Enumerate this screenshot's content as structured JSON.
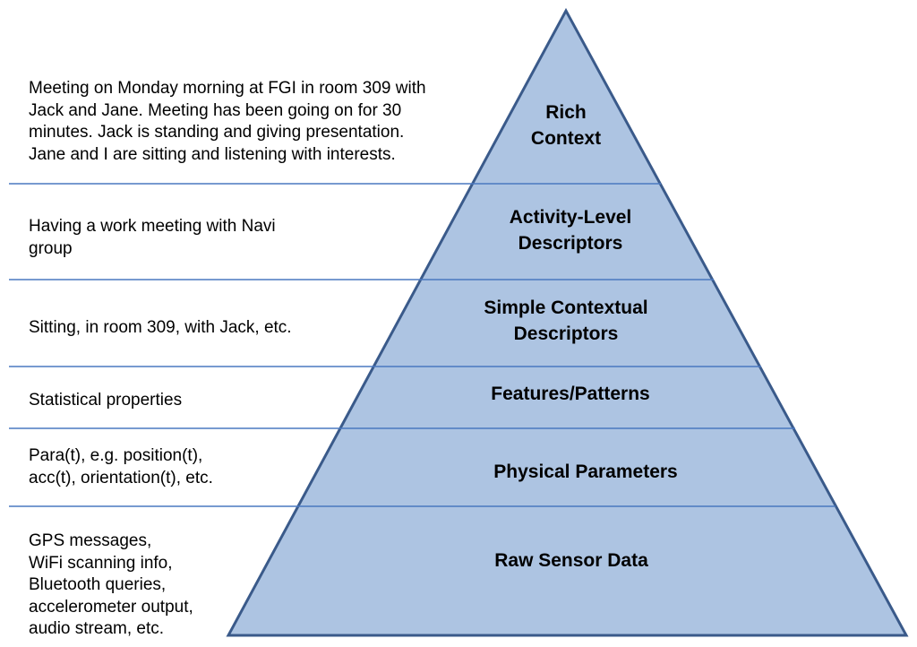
{
  "colors": {
    "pyramid_fill": "#adc4e2",
    "pyramid_stroke": "#3a5a8a",
    "separator": "#4a78c0"
  },
  "layers": [
    {
      "label": "Rich\nContext",
      "description": "Meeting on Monday morning at FGI in room 309 with\nJack and Jane. Meeting has been going on for 30\nminutes. Jack is standing and giving presentation.\nJane and I are sitting and listening with interests."
    },
    {
      "label": "Activity-Level\nDescriptors",
      "description": "Having a work meeting with Navi\ngroup"
    },
    {
      "label": "Simple Contextual\nDescriptors",
      "description": "Sitting, in room 309, with Jack, etc."
    },
    {
      "label": "Features/Patterns",
      "description": "Statistical properties"
    },
    {
      "label": "Physical Parameters",
      "description": "Para(t), e.g. position(t),\nacc(t), orientation(t), etc."
    },
    {
      "label": "Raw Sensor Data",
      "description": "GPS messages,\nWiFi scanning info,\nBluetooth queries,\naccelerometer output,\naudio stream, etc."
    }
  ]
}
